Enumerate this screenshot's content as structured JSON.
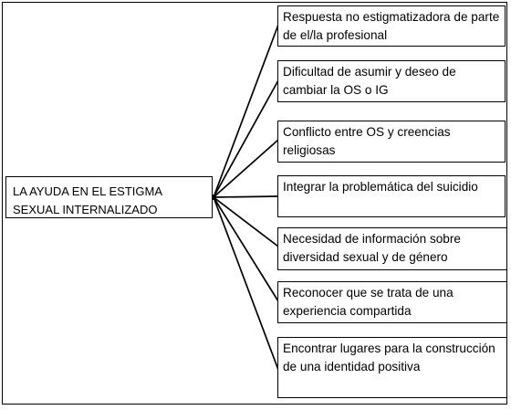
{
  "diagram": {
    "root": {
      "label": "LA AYUDA EN EL ESTIGMA SEXUAL INTERNALIZADO"
    },
    "branches": [
      {
        "label": "Respuesta no estigmatizadora de parte de el/la profesional"
      },
      {
        "label": "Dificultad de asumir y deseo de cambiar la OS o IG"
      },
      {
        "label": "Conflicto entre OS y creencias religiosas"
      },
      {
        "label": "Integrar la problemática del suicidio"
      },
      {
        "label": "Necesidad de información sobre diversidad sexual y de género"
      },
      {
        "label": "Reconocer que se trata de una experiencia compartida"
      },
      {
        "label": "Encontrar lugares para la construcción de una identidad positiva"
      }
    ],
    "colors": {
      "line": "#000000",
      "background": "#ffffff",
      "text": "#000000"
    }
  }
}
